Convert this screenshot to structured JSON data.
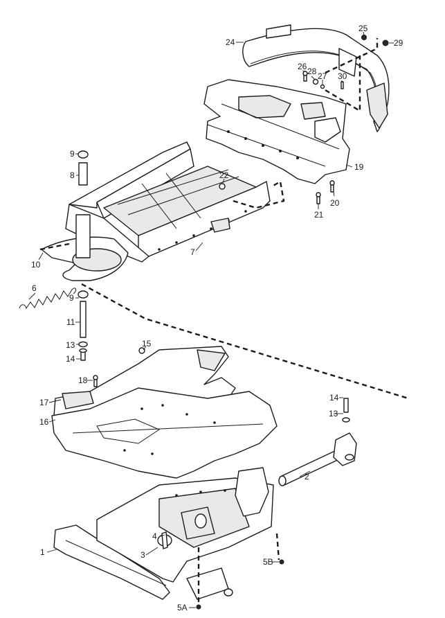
{
  "callouts": {
    "c1": "1",
    "c2": "2",
    "c3": "3",
    "c4": "4",
    "c5a": "5A",
    "c5b": "5B",
    "c6": "6",
    "c7": "7",
    "c8": "8",
    "c9a": "9",
    "c9b": "9",
    "c10": "10",
    "c11": "11",
    "c13a": "13",
    "c13b": "13",
    "c14a": "14",
    "c14b": "14",
    "c15": "15",
    "c16": "16",
    "c17": "17",
    "c18": "18",
    "c19": "19",
    "c20": "20",
    "c21": "21",
    "c22": "22",
    "c24": "24",
    "c25": "25",
    "c26": "26",
    "c27": "27",
    "c28": "28",
    "c29": "29",
    "c30": "30"
  },
  "colors": {
    "line": "#1a1a1a",
    "background": "#ffffff",
    "shade": "#e9e9e9"
  }
}
